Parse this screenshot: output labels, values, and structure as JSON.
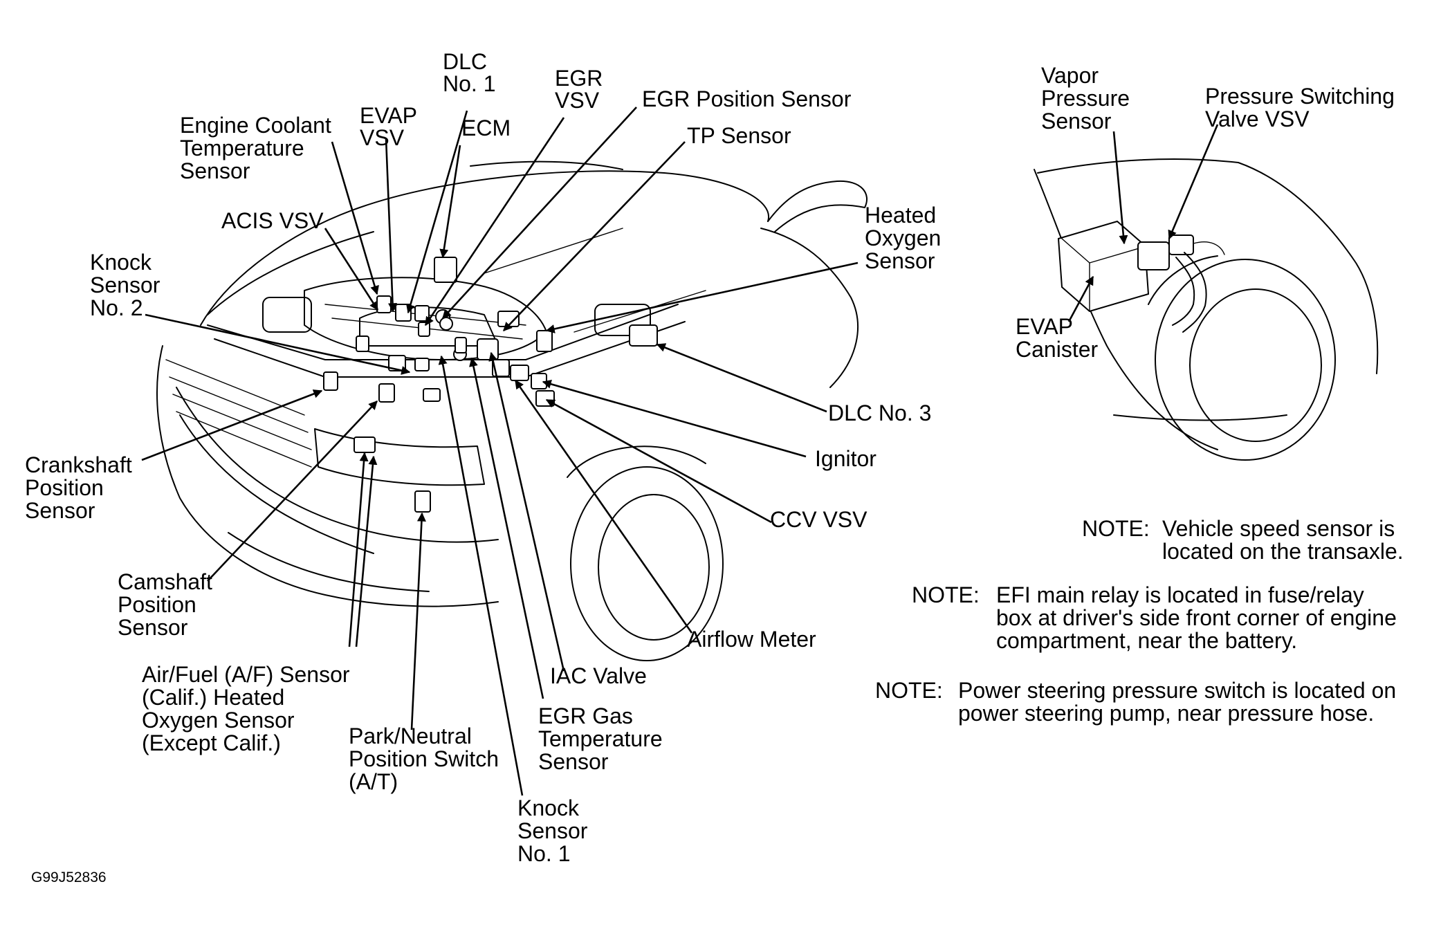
{
  "labels": {
    "dlc1": [
      "DLC",
      "No. 1"
    ],
    "egr_vsv": [
      "EGR",
      "VSV"
    ],
    "egr_position_sensor": [
      "EGR Position Sensor"
    ],
    "tp_sensor": [
      "TP Sensor"
    ],
    "evap_vsv": [
      "EVAP",
      "VSV"
    ],
    "ecm": [
      "ECM"
    ],
    "engine_coolant_temperature_sensor": [
      "Engine Coolant",
      "Temperature",
      "Sensor"
    ],
    "acis_vsv": [
      "ACIS VSV"
    ],
    "knock_sensor_2": [
      "Knock",
      "Sensor",
      "No. 2"
    ],
    "heated_oxygen_sensor": [
      "Heated",
      "Oxygen",
      "Sensor"
    ],
    "dlc3": [
      "DLC No. 3"
    ],
    "ignitor": [
      "Ignitor"
    ],
    "ccv_vsv": [
      "CCV VSV"
    ],
    "crankshaft_position_sensor": [
      "Crankshaft",
      "Position",
      "Sensor"
    ],
    "camshaft_position_sensor": [
      "Camshaft",
      "Position",
      "Sensor"
    ],
    "airflow_meter": [
      "Airflow Meter"
    ],
    "iac_valve": [
      "IAC Valve"
    ],
    "af_sensor": [
      "Air/Fuel (A/F) Sensor",
      "(Calif.) Heated",
      "Oxygen Sensor",
      "(Except Calif.)"
    ],
    "egr_gas_temperature_sensor": [
      "EGR Gas",
      "Temperature",
      "Sensor"
    ],
    "park_neutral_position_switch": [
      "Park/Neutral",
      "Position Switch",
      "(A/T)"
    ],
    "knock_sensor_1": [
      "Knock",
      "Sensor",
      "No. 1"
    ],
    "vapor_pressure_sensor": [
      "Vapor",
      "Pressure",
      "Sensor"
    ],
    "pressure_switching_valve_vsv": [
      "Pressure Switching",
      "Valve VSV"
    ],
    "evap_canister": [
      "EVAP",
      "Canister"
    ]
  },
  "notes": [
    {
      "prefix": "NOTE:",
      "lines": [
        "Vehicle speed sensor is",
        "located on the transaxle."
      ]
    },
    {
      "prefix": "NOTE:",
      "lines": [
        "EFI main relay is located in fuse/relay",
        "box at driver's side front corner of engine",
        "compartment, near the battery."
      ]
    },
    {
      "prefix": "NOTE:",
      "lines": [
        "Power steering pressure switch is located on",
        "power steering pump, near pressure hose."
      ]
    }
  ],
  "figure_id": "G99J52836"
}
